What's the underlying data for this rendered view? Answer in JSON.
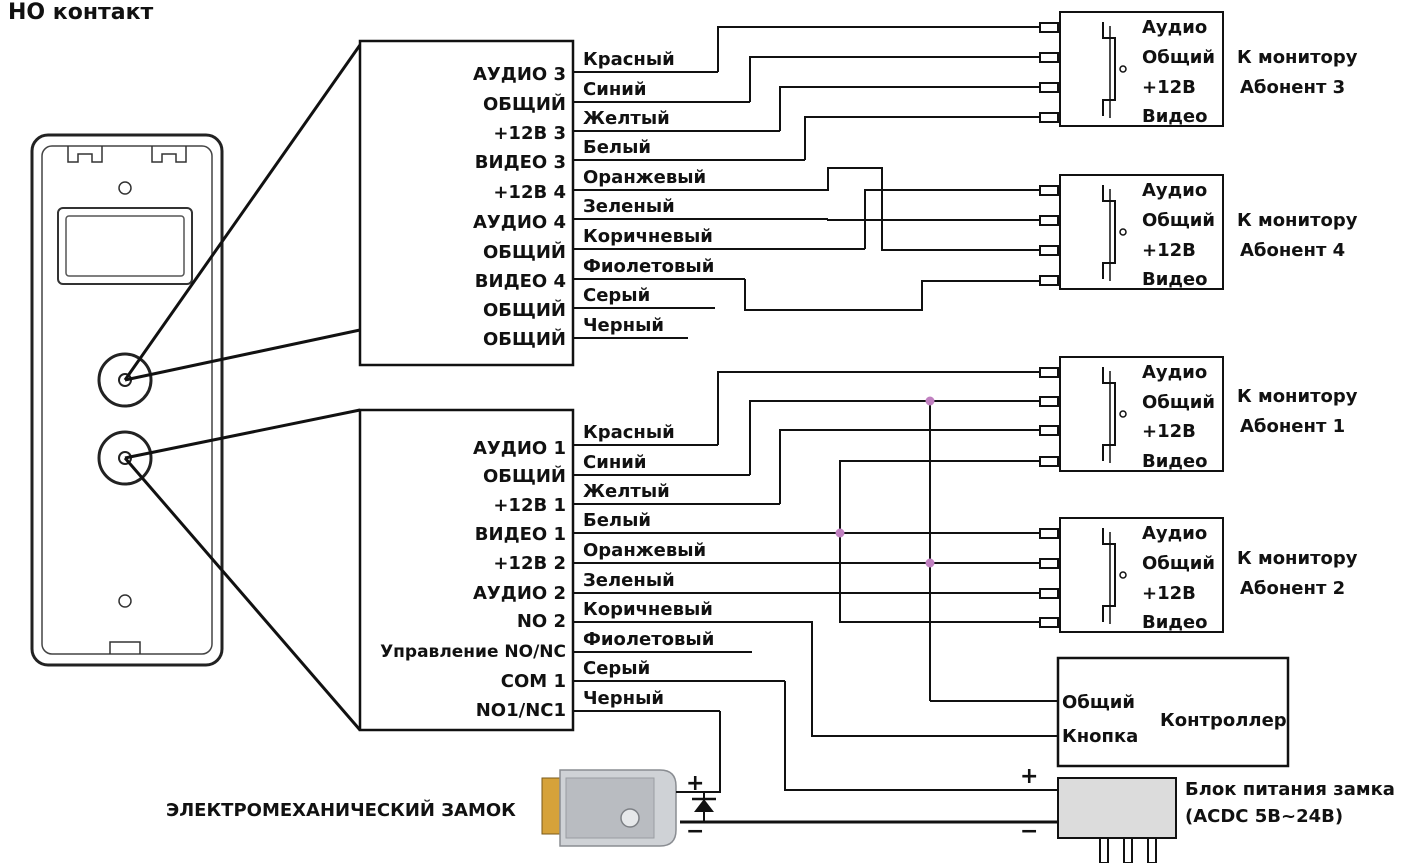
{
  "title": "НО контакт",
  "panel1": {
    "pins": [
      "АУДИО 3",
      "ОБЩИЙ",
      "+12В 3",
      "ВИДЕО 3",
      "+12В 4",
      "АУДИО 4",
      "ОБЩИЙ",
      "ВИДЕО 4",
      "ОБЩИЙ",
      "ОБЩИЙ"
    ],
    "wires": [
      "Красный",
      "Синий",
      "Желтый",
      "Белый",
      "Оранжевый",
      "Зеленый",
      "Коричневый",
      "Фиолетовый",
      "Серый",
      "Черный"
    ]
  },
  "panel2": {
    "pins": [
      "АУДИО 1",
      "ОБЩИЙ",
      "+12В 1",
      "ВИДЕО 1",
      "+12В 2",
      "АУДИО 2",
      "NO 2",
      "Управление NO/NC",
      "COM 1",
      "NO1/NC1"
    ],
    "wires": [
      "Красный",
      "Синий",
      "Желтый",
      "Белый",
      "Оранжевый",
      "Зеленый",
      "Коричневый",
      "Фиолетовый",
      "Серый",
      "Черный"
    ]
  },
  "monitor_terminals": [
    "Аудио",
    "Общий",
    "+12В",
    "Видео"
  ],
  "monitors": [
    {
      "line1": "К монитору",
      "line2": "Абонент 3"
    },
    {
      "line1": "К монитору",
      "line2": "Абонент 4"
    },
    {
      "line1": "К монитору",
      "line2": "Абонент 1"
    },
    {
      "line1": "К монитору",
      "line2": "Абонент 2"
    }
  ],
  "controller": {
    "title": "Контроллер",
    "common": "Общий",
    "button": "Кнопка"
  },
  "lock_label": "ЭЛЕКТРОМЕХАНИЧЕСКИЙ ЗАМОК",
  "psu": {
    "line1": "Блок питания замка",
    "line2": "(ACDC 5В~24В)"
  },
  "polarity": {
    "plus": "+",
    "minus": "−"
  }
}
